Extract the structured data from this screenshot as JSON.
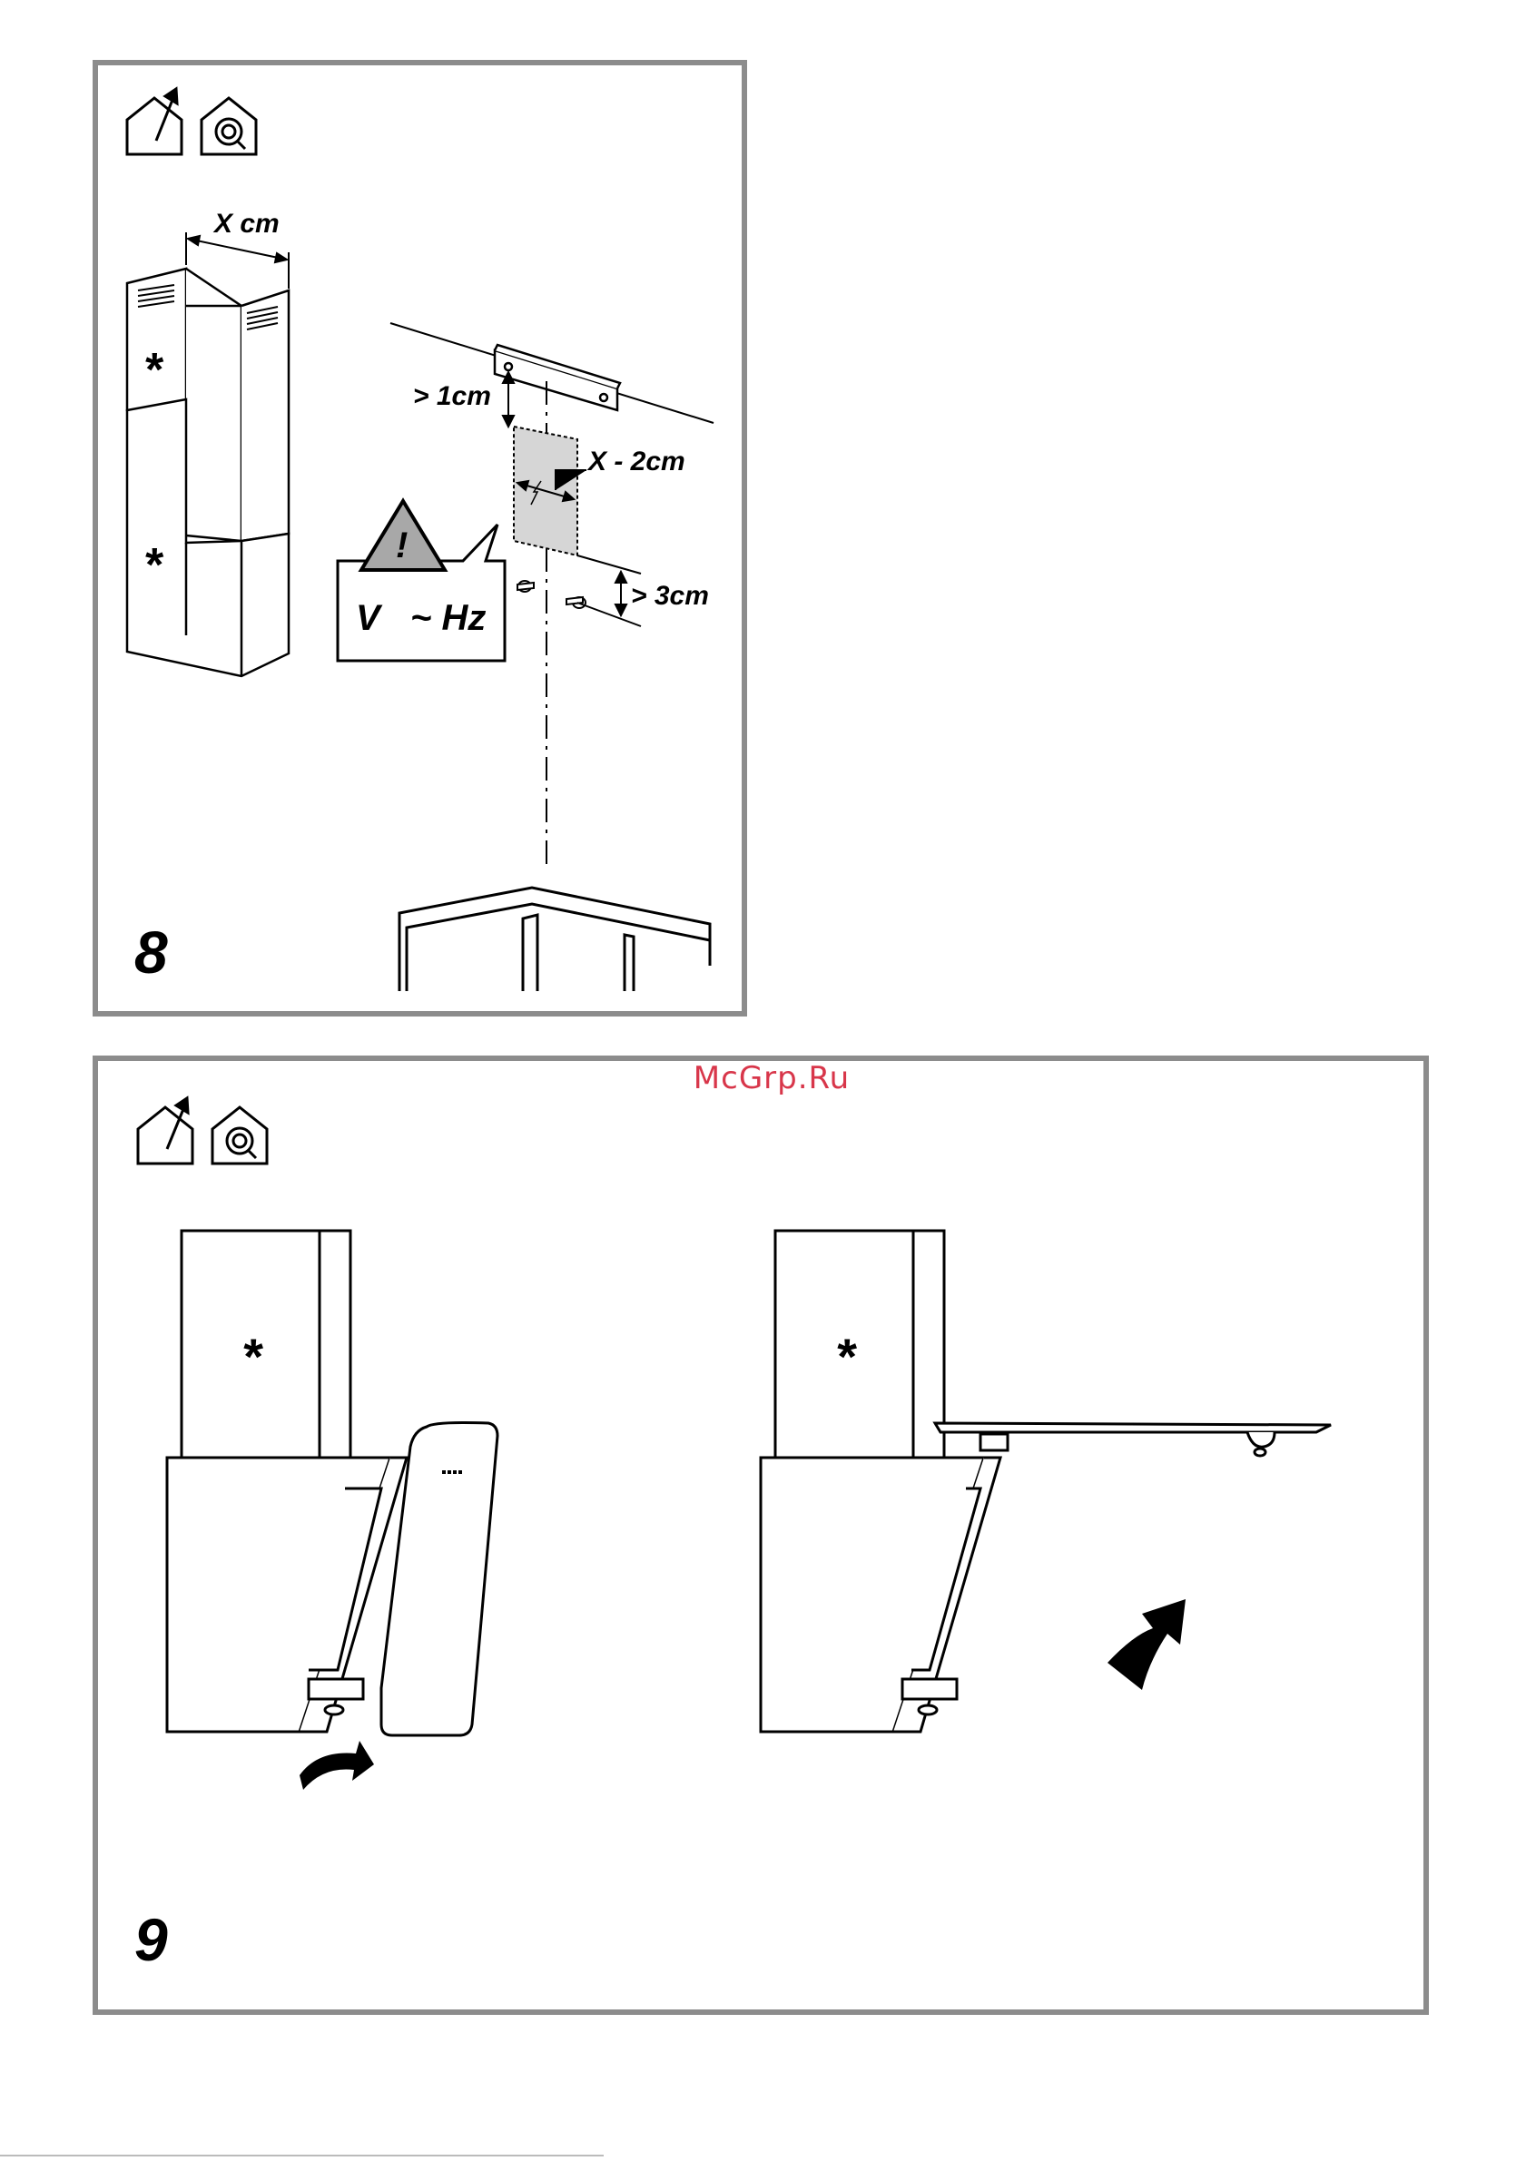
{
  "watermark": "McGrp.Ru",
  "figure8": {
    "number": "8",
    "label_x_cm": "X cm",
    "label_gt_1cm": "> 1cm",
    "label_x_minus_2cm": "X - 2cm",
    "label_gt_3cm": "> 3cm",
    "warning_symbol": "!",
    "label_voltage": "V",
    "label_frequency": "~ Hz",
    "chimney_marker_upper": "*",
    "chimney_marker_lower": "*",
    "icons": [
      "ducted-mode-icon",
      "recirculation-mode-icon"
    ]
  },
  "figure9": {
    "number": "9",
    "left_chimney_marker": "*",
    "right_chimney_marker": "*",
    "icons": [
      "ducted-mode-icon",
      "recirculation-mode-icon"
    ]
  }
}
